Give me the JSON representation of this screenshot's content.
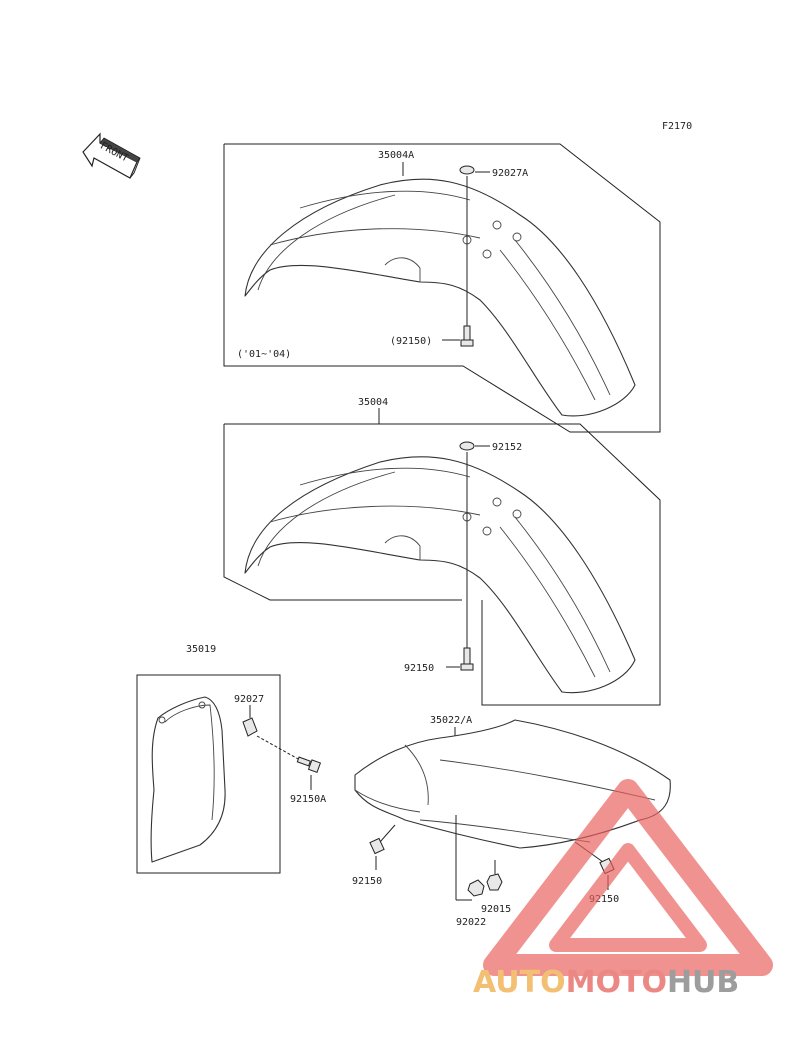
{
  "diagram": {
    "figure_id": "F2170",
    "front_label": "FRONT",
    "year_note": "('01~'04)",
    "labels": {
      "fender_35004A": "35004A",
      "washer_92027A": "92027A",
      "bolt_92150_paren": "(92150)",
      "fender_35004": "35004",
      "washer_92152": "92152",
      "bolt_92150_front": "92150",
      "guard_35019": "35019",
      "washer_92027": "92027",
      "bolt_92150A": "92150A",
      "rear_fender_35022A": "35022/A",
      "bolt_92150_rear_left": "92150",
      "nut_92015": "92015",
      "washer_92022": "92022",
      "bolt_92150_rear_right": "92150"
    }
  },
  "watermark": {
    "auto": "AUTO",
    "moto": "MOTO",
    "hub": "HUB",
    "colors": {
      "auto": "#f2b45a",
      "moto": "#e9746f",
      "hub": "#8c8c8c",
      "triangle": "#ea5f5c"
    }
  }
}
